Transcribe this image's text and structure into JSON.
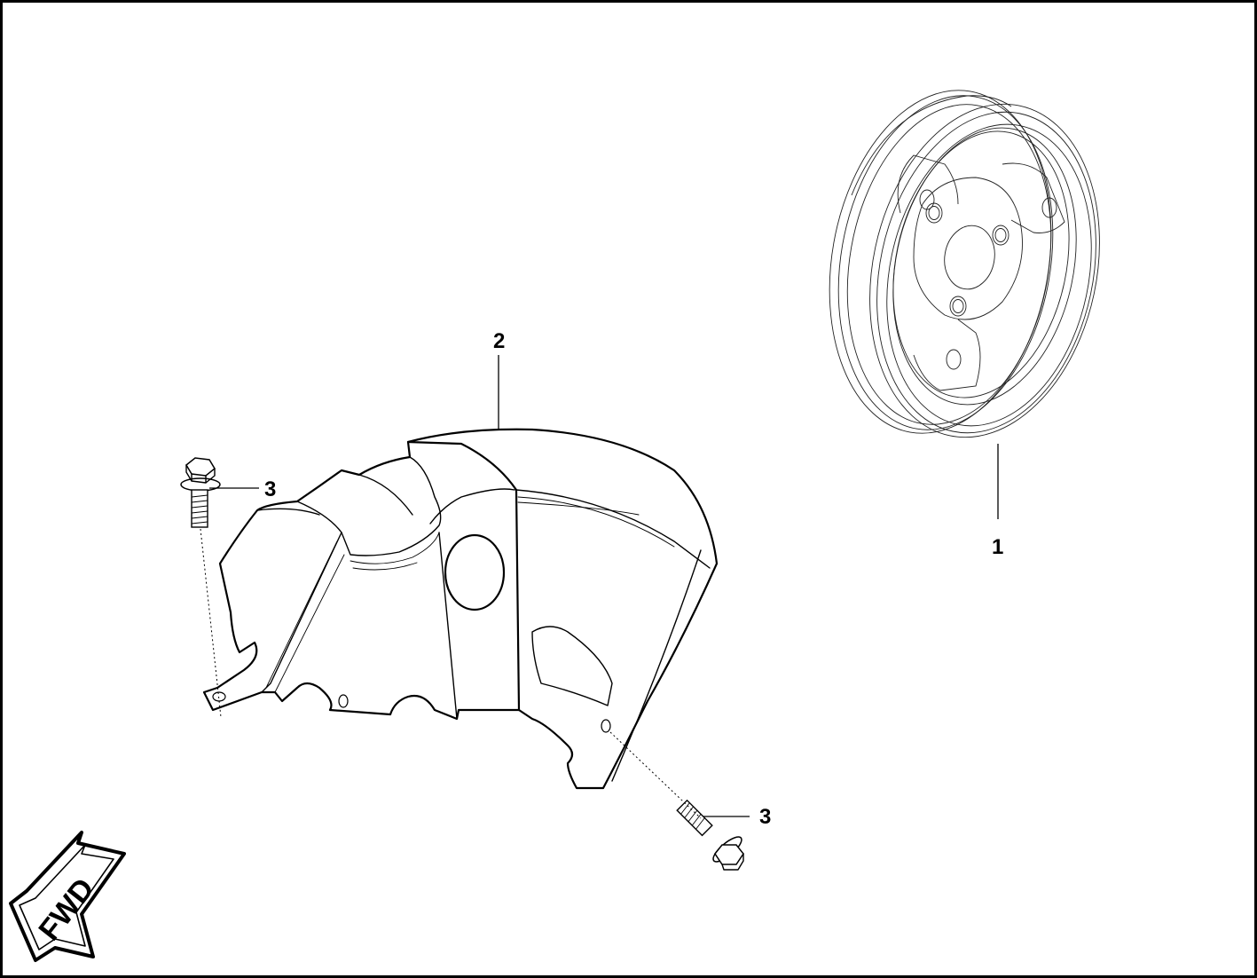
{
  "diagram": {
    "callouts": {
      "wheel": "1",
      "mudguard": "2",
      "bolt_upper": "3",
      "bolt_lower": "3"
    },
    "direction_badge": {
      "label": "FWD"
    }
  }
}
